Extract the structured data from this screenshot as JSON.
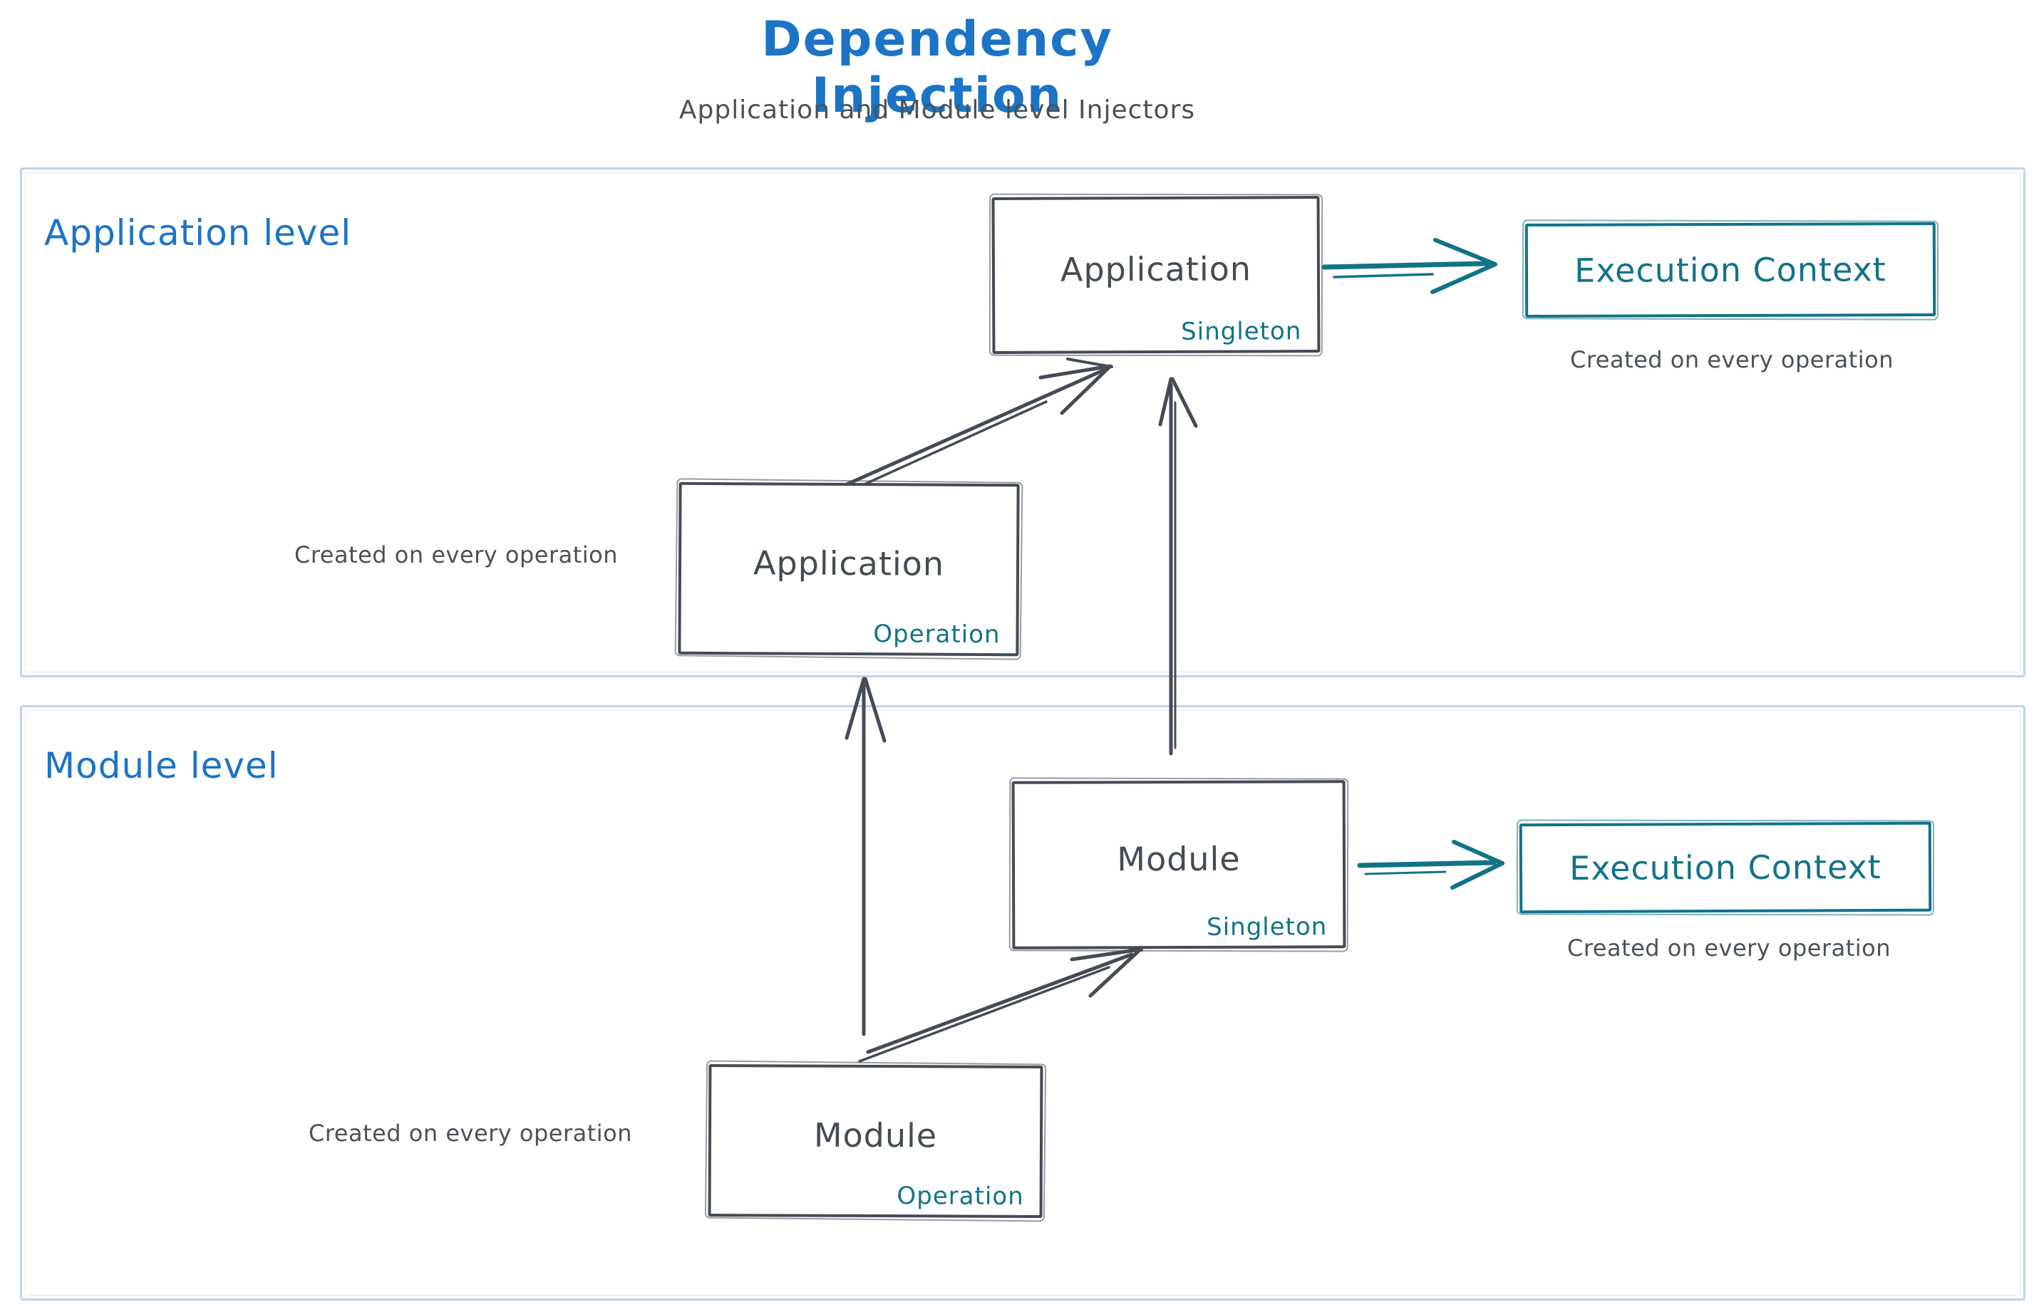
{
  "title": "Dependency Injection",
  "subtitle": "Application and Module level Injectors",
  "colors": {
    "heading_blue": "#1b74c5",
    "ink_dark": "#454b55",
    "teal_accent": "#117388",
    "section_border_blue": "#bcd3ec"
  },
  "sections": {
    "application": {
      "label": "Application level",
      "singleton": {
        "title": "Application",
        "badge": "Singleton"
      },
      "operation": {
        "title": "Application",
        "badge": "Operation"
      },
      "operation_caption": "Created on every operation",
      "execution_context": {
        "label": "Execution Context",
        "caption": "Created on every operation"
      }
    },
    "module": {
      "label": "Module level",
      "singleton": {
        "title": "Module",
        "badge": "Singleton"
      },
      "operation": {
        "title": "Module",
        "badge": "Operation"
      },
      "operation_caption": "Created on every operation",
      "execution_context": {
        "label": "Execution Context",
        "caption": "Created on every operation"
      }
    }
  }
}
